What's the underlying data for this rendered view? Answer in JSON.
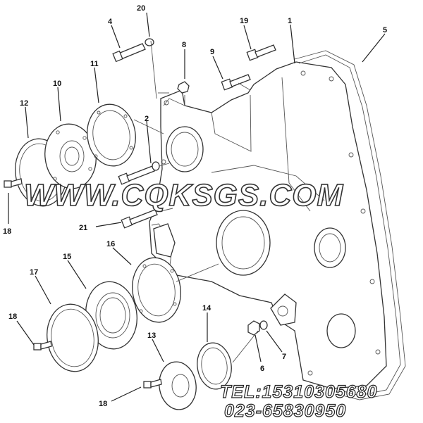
{
  "diagram": {
    "callouts": [
      {
        "id": "c1",
        "label": "1"
      },
      {
        "id": "c2",
        "label": "2"
      },
      {
        "id": "c4",
        "label": "4"
      },
      {
        "id": "c5",
        "label": "5"
      },
      {
        "id": "c6",
        "label": "6"
      },
      {
        "id": "c7",
        "label": "7"
      },
      {
        "id": "c8",
        "label": "8"
      },
      {
        "id": "c9",
        "label": "9"
      },
      {
        "id": "c10",
        "label": "10"
      },
      {
        "id": "c11",
        "label": "11"
      },
      {
        "id": "c12",
        "label": "12"
      },
      {
        "id": "c13",
        "label": "13"
      },
      {
        "id": "c14",
        "label": "14"
      },
      {
        "id": "c15",
        "label": "15"
      },
      {
        "id": "c16",
        "label": "16"
      },
      {
        "id": "c17",
        "label": "17"
      },
      {
        "id": "c18a",
        "label": "18"
      },
      {
        "id": "c18b",
        "label": "18"
      },
      {
        "id": "c18c",
        "label": "18"
      },
      {
        "id": "c19",
        "label": "19"
      },
      {
        "id": "c20",
        "label": "20"
      },
      {
        "id": "c21",
        "label": "21"
      }
    ]
  },
  "watermark": {
    "site": "WWW.CQKSGS.COM",
    "tel": "TEL:15310305680",
    "phone": "023-65830950"
  }
}
